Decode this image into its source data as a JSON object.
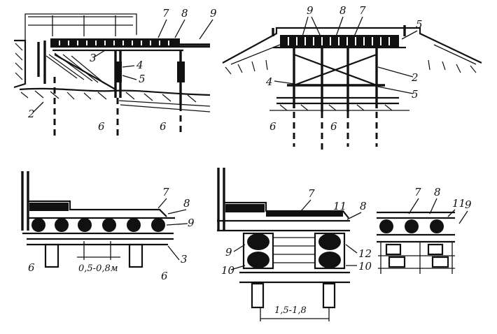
{
  "top_left": {
    "labels": [
      "7",
      "8",
      "9",
      "3",
      "4",
      "5",
      "2",
      "6",
      "6"
    ]
  },
  "top_right": {
    "labels": [
      "9",
      "8",
      "7",
      "5",
      "2",
      "4",
      "5",
      "6",
      "6"
    ]
  },
  "bottom_left": {
    "labels": [
      "7",
      "8",
      "9",
      "3",
      "6",
      "6"
    ],
    "dimension": "0,5-0,8м"
  },
  "bottom_middle": {
    "labels": [
      "7",
      "11",
      "8",
      "9",
      "10",
      "12",
      "10"
    ],
    "dimension": "1,5-1,8"
  },
  "bottom_right": {
    "labels": [
      "7",
      "8",
      "11",
      "9"
    ]
  },
  "colors": {
    "ink": "#111111",
    "paper": "#ffffff"
  }
}
